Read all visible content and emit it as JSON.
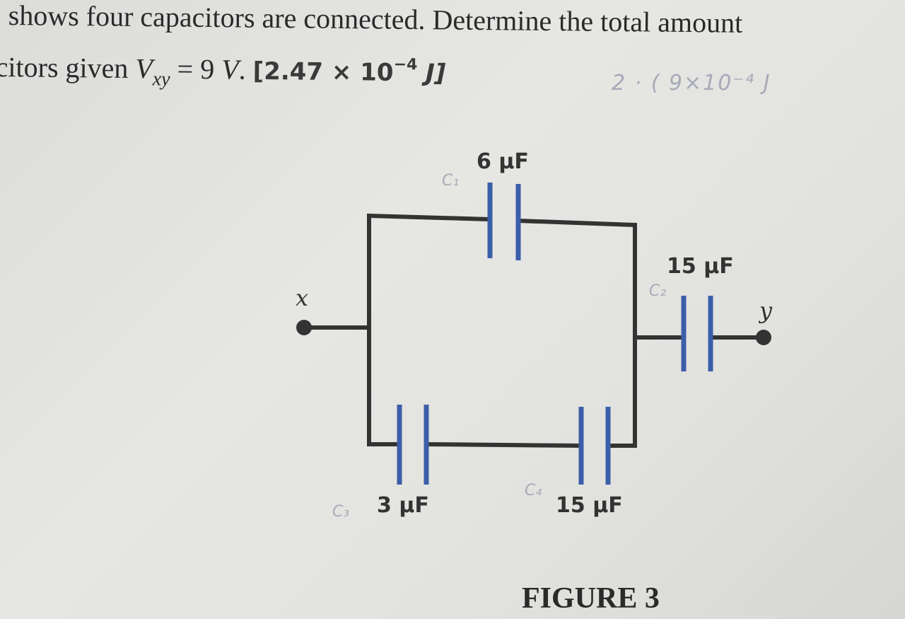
{
  "question": {
    "line1": "shows four capacitors are connected. Determine the total amount",
    "line2_prefix": "citors given",
    "v_symbol": "V",
    "v_subscript": "xy",
    "equals": "= 9",
    "v_unit": "V",
    "period": ".",
    "answer": "[2.47 × 10",
    "answer_exp": "−4",
    "answer_unit": "J]"
  },
  "handwritten_note": "2 · ( 9×10⁻⁴ J",
  "circuit": {
    "node_x": "x",
    "node_y": "y",
    "cap_top": "6 μF",
    "cap_right": "15 μF",
    "cap_bottom_left": "3 μF",
    "cap_bottom_right": "15 μF",
    "pencil_c1": "C₁",
    "pencil_c2": "C₂",
    "pencil_c3": "C₃",
    "pencil_c4": "C₄"
  },
  "figure_caption": "FIGURE 3",
  "colors": {
    "wire": "#333333",
    "plate": "#3b5ea8",
    "pencil": "#a9abb7"
  }
}
